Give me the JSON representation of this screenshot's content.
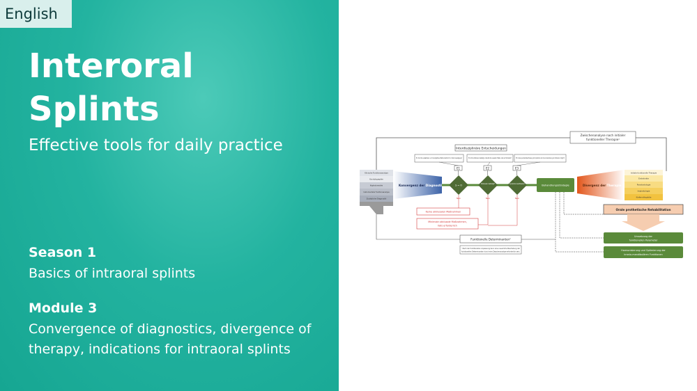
{
  "language_button": "English",
  "title_line1": "Interoral",
  "title_line2": "Splints",
  "subtitle": "Effective tools for daily practice",
  "season_heading": "Season 1",
  "season_text": "Basics of intraoral splints",
  "module_heading": "Module 3",
  "module_text_line1": "Convergence of diagnostics, divergence of",
  "module_text_line2": "therapy, indications for intraoral splints",
  "diagram": {
    "top_note_1": "Zwischenanalyse nach initialer",
    "top_note_2": "funktioneller Therapie¹",
    "interdisc": "Interdisziplinäre Entscheidungen",
    "q1": "E1: Sind die subjektiven und die objektiven Befunde ähnlich in ihrem Ausprägung?",
    "q2": "E2: Ist die Okklusion beteiligt, erhandet die neuesten Fakten oder ein Modulator?",
    "q3": "E3: Ist eine positive Beeinflussung der Symptome durch eine Veränderung der Okklusion möglich?",
    "e1": "E1",
    "e2": "E2",
    "e3": "E3",
    "left_items": [
      "Klinische Funktionsanalyse",
      "Kondylographie",
      "Kephalometrie",
      "Instrumentelle Funktionsanalyse",
      "Zusätzliche Diagnostik"
    ],
    "convergence_a": "Konvergenz der ",
    "convergence_b": "Diagnostik",
    "d1": "S = O",
    "d2": "Okklusion beteiligt?",
    "d3": "Symptome beeinflussbar?",
    "nein": "Nein",
    "strategy": "Behandlungsstrategie",
    "divergence_a": "Divergenz der ",
    "divergence_b": "Therapie",
    "therapy_header": "Initiale funktionelle Therapie",
    "right_items": [
      "Endodontie",
      "Parodontologie",
      "Implantologie",
      "Kieferorthopädie"
    ],
    "rehab": "Orale prothetische Rehabilitation",
    "no_occl": "Keine okklusalen Maßnahmen",
    "min_occl_1": "Minimale okklusale Maßnahmen,",
    "min_occl_2": "falls erforderlich",
    "determinants": "Funktionelle Determinanten²",
    "footnote_1": "² Nach der funktionellen Anpassung kann eine neuerliche Beurteilung der",
    "footnote_2": "funktionellen Determinanten durch eine Zwischenanalyse erforderlich sein.",
    "green1_1": "Umsetzung der",
    "green1_2": "funktionellen Parameter",
    "green2_1": "Harmonisierung und Optimierung der",
    "green2_2": "kranio-mandibulären Funktionen",
    "colors": {
      "teal": "#1fae9b",
      "green": "#5a8a3a",
      "orange": "#f08a2a",
      "blue": "#3d63a8",
      "red": "#d23a3a"
    }
  }
}
